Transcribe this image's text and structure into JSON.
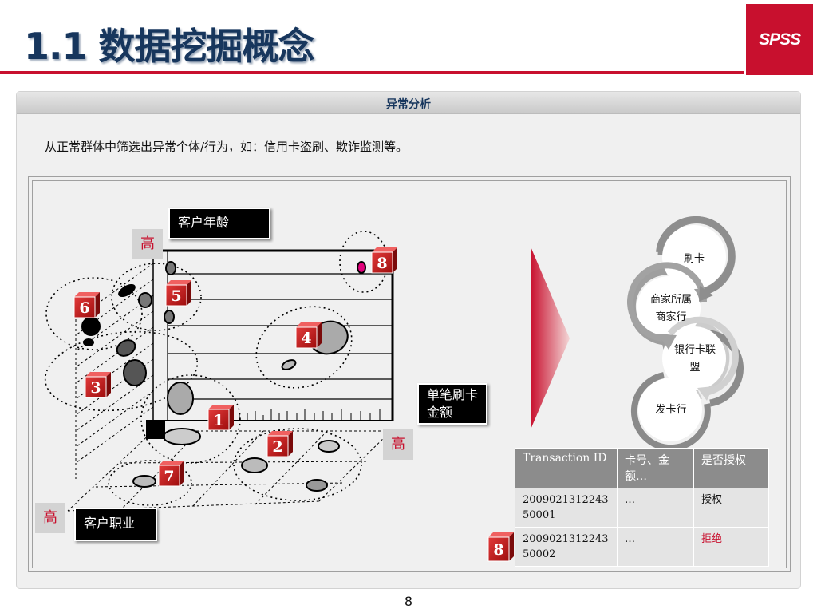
{
  "header": {
    "title": "1.1 数据挖掘概念",
    "logo": "SPSS"
  },
  "panel": {
    "heading": "异常分析",
    "description": "从正常群体中筛选出异常个体/行为，如：信用卡盗刷、欺诈监测等。"
  },
  "diagram": {
    "axis_labels": {
      "age": "客户年龄",
      "amount": "单笔刷卡金额",
      "occupation": "客户职业"
    },
    "high_label": "高",
    "cube_labels": [
      "1",
      "2",
      "3",
      "4",
      "5",
      "6",
      "7",
      "8"
    ]
  },
  "flow": {
    "steps": [
      "刷卡",
      "商家所属商家行",
      "银行卡联盟",
      "发卡行"
    ]
  },
  "table": {
    "headers": [
      "Transaction ID",
      "卡号、金额…",
      "是否授权"
    ],
    "rows": [
      {
        "id": "200902131224350001",
        "card": "…",
        "auth": "授权"
      },
      {
        "id": "200902131224350002",
        "card": "…",
        "auth": "拒绝"
      }
    ]
  },
  "colors": {
    "brand_red": "#c8102e",
    "title_blue": "#17365d"
  },
  "footer": {
    "page": "8"
  }
}
